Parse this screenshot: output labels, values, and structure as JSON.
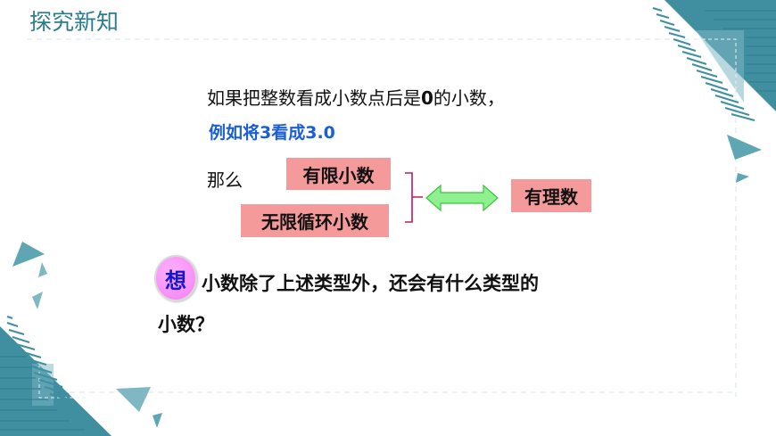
{
  "slide": {
    "section_title": "探究新知",
    "line1_prefix": "如果把整数看成小数点后是",
    "line1_zero": "0",
    "line1_suffix": "的小数，",
    "line2_example": "例如将3看成3.0",
    "then_label": "那么",
    "boxes": {
      "finite_decimal": "有限小数",
      "repeating_decimal": "无限循环小数",
      "rational_number": "有理数"
    },
    "think_badge": "想",
    "question_line1": "小数除了上述类型外，还会有什么类型的",
    "question_line2": "小数？"
  },
  "colors": {
    "title": "#2a7d8e",
    "teal_decor": "#3f8fa0",
    "example_blue": "#1a5fd6",
    "pink_box": "#f59a9a",
    "bracket": "#c2185b",
    "arrow_fill": "#8ef08e",
    "arrow_stroke": "#3cc43c",
    "badge_fill": "#f78ef7",
    "badge_text": "#1414d4"
  },
  "icons": {
    "double_arrow": "double-headed-arrow",
    "brace": "right-curly-bracket"
  }
}
